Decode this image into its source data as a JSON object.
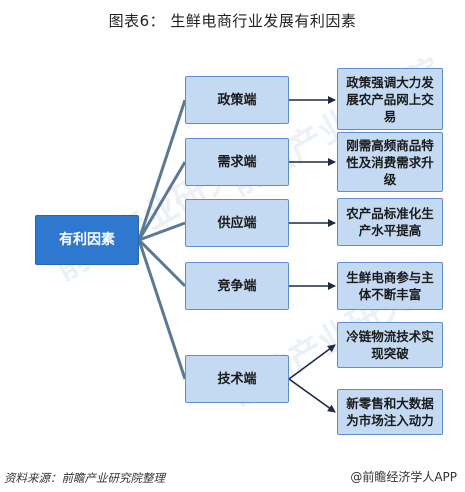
{
  "title": "图表6：  生鲜电商行业发展有利因素",
  "root": {
    "label": "有利因素"
  },
  "branches": [
    {
      "label": "政策端",
      "leaves": [
        "政策强调大力发展农产品网上交易"
      ]
    },
    {
      "label": "需求端",
      "leaves": [
        "刚需高频商品特性及消费需求升级"
      ]
    },
    {
      "label": "供应端",
      "leaves": [
        "农产品标准化生产水平提高"
      ]
    },
    {
      "label": "竞争端",
      "leaves": [
        "生鲜电商参与主体不断丰富"
      ]
    },
    {
      "label": "技术端",
      "leaves": [
        "冷链物流技术实现突破",
        "新零售和大数据为市场注入动力"
      ]
    }
  ],
  "watermark": "前瞻产业研究院",
  "footer": {
    "source": "资料来源：前瞻产业研究院整理",
    "brand": "@前瞻经济学人APP",
    "brand_icon": "wechat-bubble-icon"
  },
  "colors": {
    "root_fill": "#2f78d0",
    "node_fill": "#c4daf3",
    "node_border": "#5d8fcf",
    "connector": "#5b7895",
    "arrow": "#1f2a44"
  }
}
